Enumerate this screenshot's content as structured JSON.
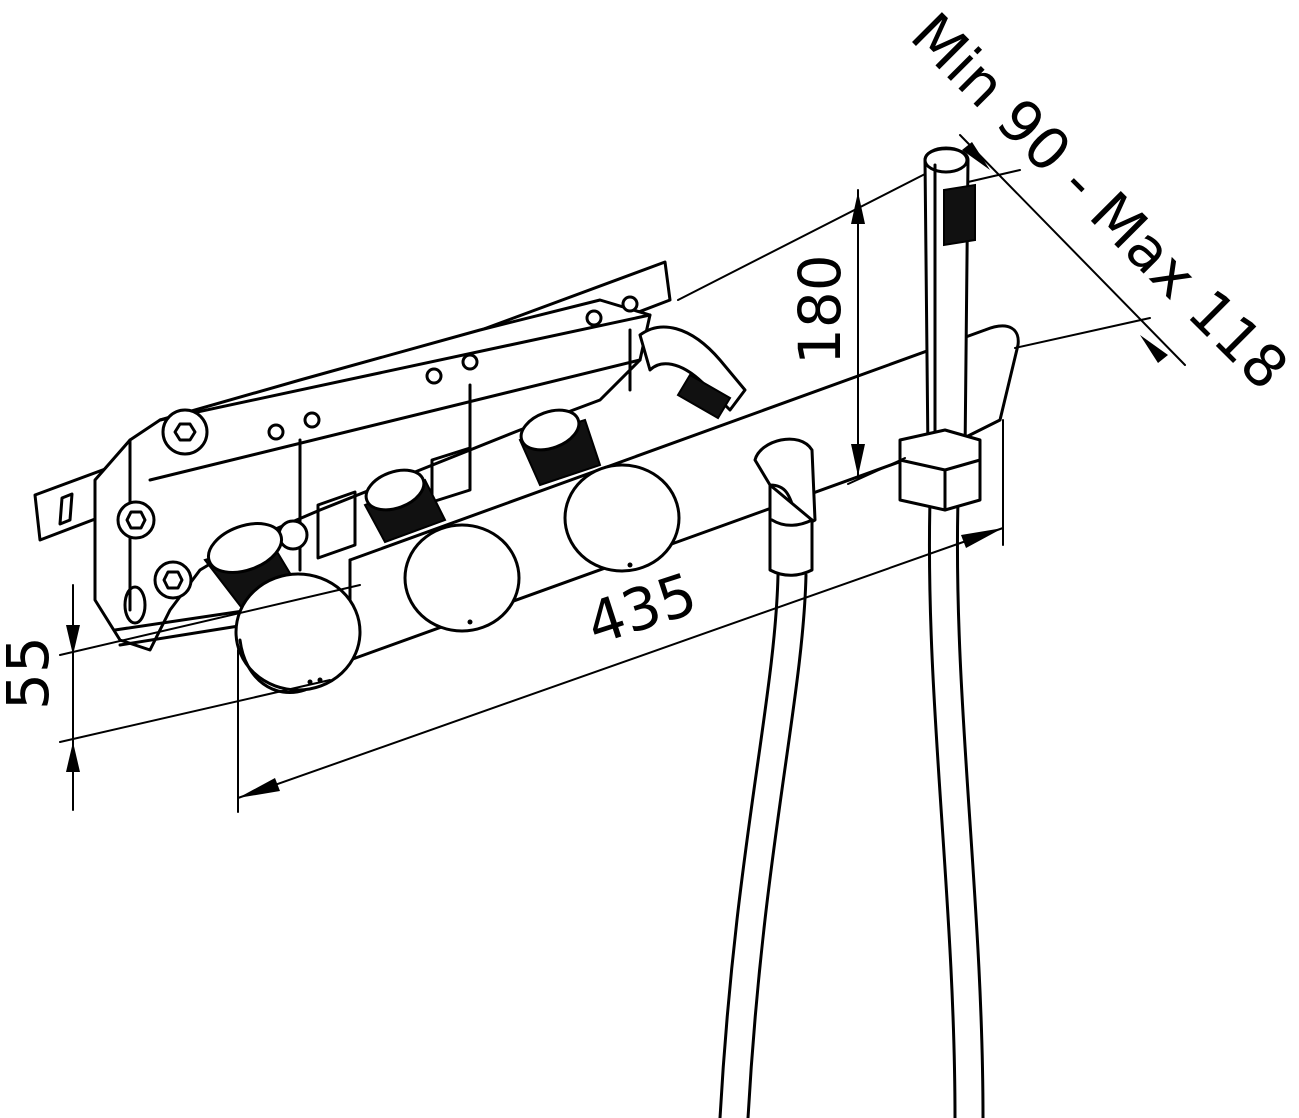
{
  "dimensions": {
    "depth": "55",
    "width": "435",
    "height": "180",
    "hose_clearance": "Min 90 - Max 118"
  }
}
